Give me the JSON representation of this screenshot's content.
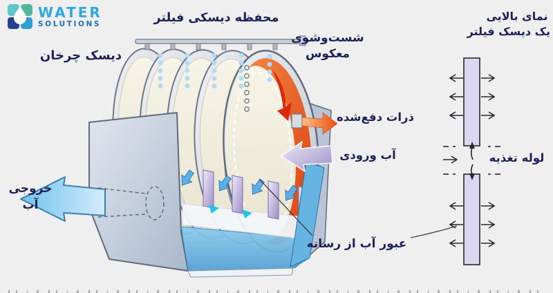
{
  "page": {
    "background_color": "#efefef"
  },
  "logo": {
    "title": "WATER",
    "subtitle": "SOLUTIONS",
    "title_color": "#2faae1",
    "subtitle_color": "#1f6eb4"
  },
  "labels": {
    "filter_chamber": "محفظه دیسکی فیلتر",
    "backwash": {
      "line1": "شست‌وشوی",
      "line2": "معکوس"
    },
    "rotating_disc": "دیسک چرخان",
    "top_view": {
      "line1": "نمای بالایی",
      "line2": "یک دیسک فیلتر"
    },
    "rejected_particles": "ذرات دفع‌شده",
    "inlet_water": "آب ورودی",
    "water_outlet": {
      "line1": "خروجی",
      "line2": "آب"
    },
    "water_through_media": "عبور آب از رسانه",
    "feed_pipe": "لوله تغذیه"
  },
  "colors": {
    "label_text": "#1d2157",
    "reject_arrow_orange": "#ec4e12",
    "inlet_arrow_lavender": "#a193cc",
    "outlet_arrow_blue": "#6fc2ec",
    "water_blue": "#6cb5e4",
    "disc_face_cream": "#f4f1e3",
    "tank_gray_blue": "#bfcbd9",
    "top_view_disc_fill": "#dbd7ee",
    "spray_droplets": "#b3dcf4"
  }
}
